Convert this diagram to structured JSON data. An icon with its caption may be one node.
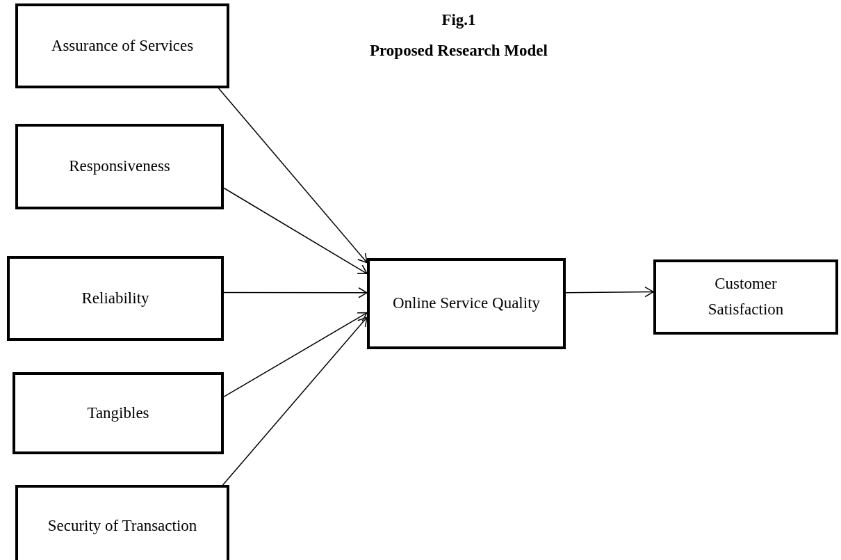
{
  "diagram": {
    "title": "Proposed Research Model",
    "nodes": [
      {
        "text": [
          "Assurance of Services"
        ]
      },
      {
        "text": [
          "Responsiveness"
        ]
      },
      {
        "text": [
          "Reliability"
        ]
      },
      {
        "text": [
          "Tangibles"
        ]
      },
      {
        "text": [
          "Security of Transaction"
        ]
      },
      {
        "text": [
          "Online Service Quality"
        ]
      },
      {
        "text": [
          "Customer Satisfaction"
        ]
      }
    ],
    "edges": [
      {
        "from": 0,
        "to": 5,
        "arrow": "to"
      },
      {
        "from": 1,
        "to": 5,
        "arrow": "to"
      },
      {
        "from": 2,
        "to": 5,
        "arrow": "to"
      },
      {
        "from": 3,
        "to": 5,
        "arrow": "to"
      },
      {
        "from": 4,
        "to": 5,
        "arrow": "to"
      },
      {
        "from": 5,
        "to": 6,
        "arrow": "to"
      }
    ],
    "labels": [
      "Fig.1"
    ]
  }
}
